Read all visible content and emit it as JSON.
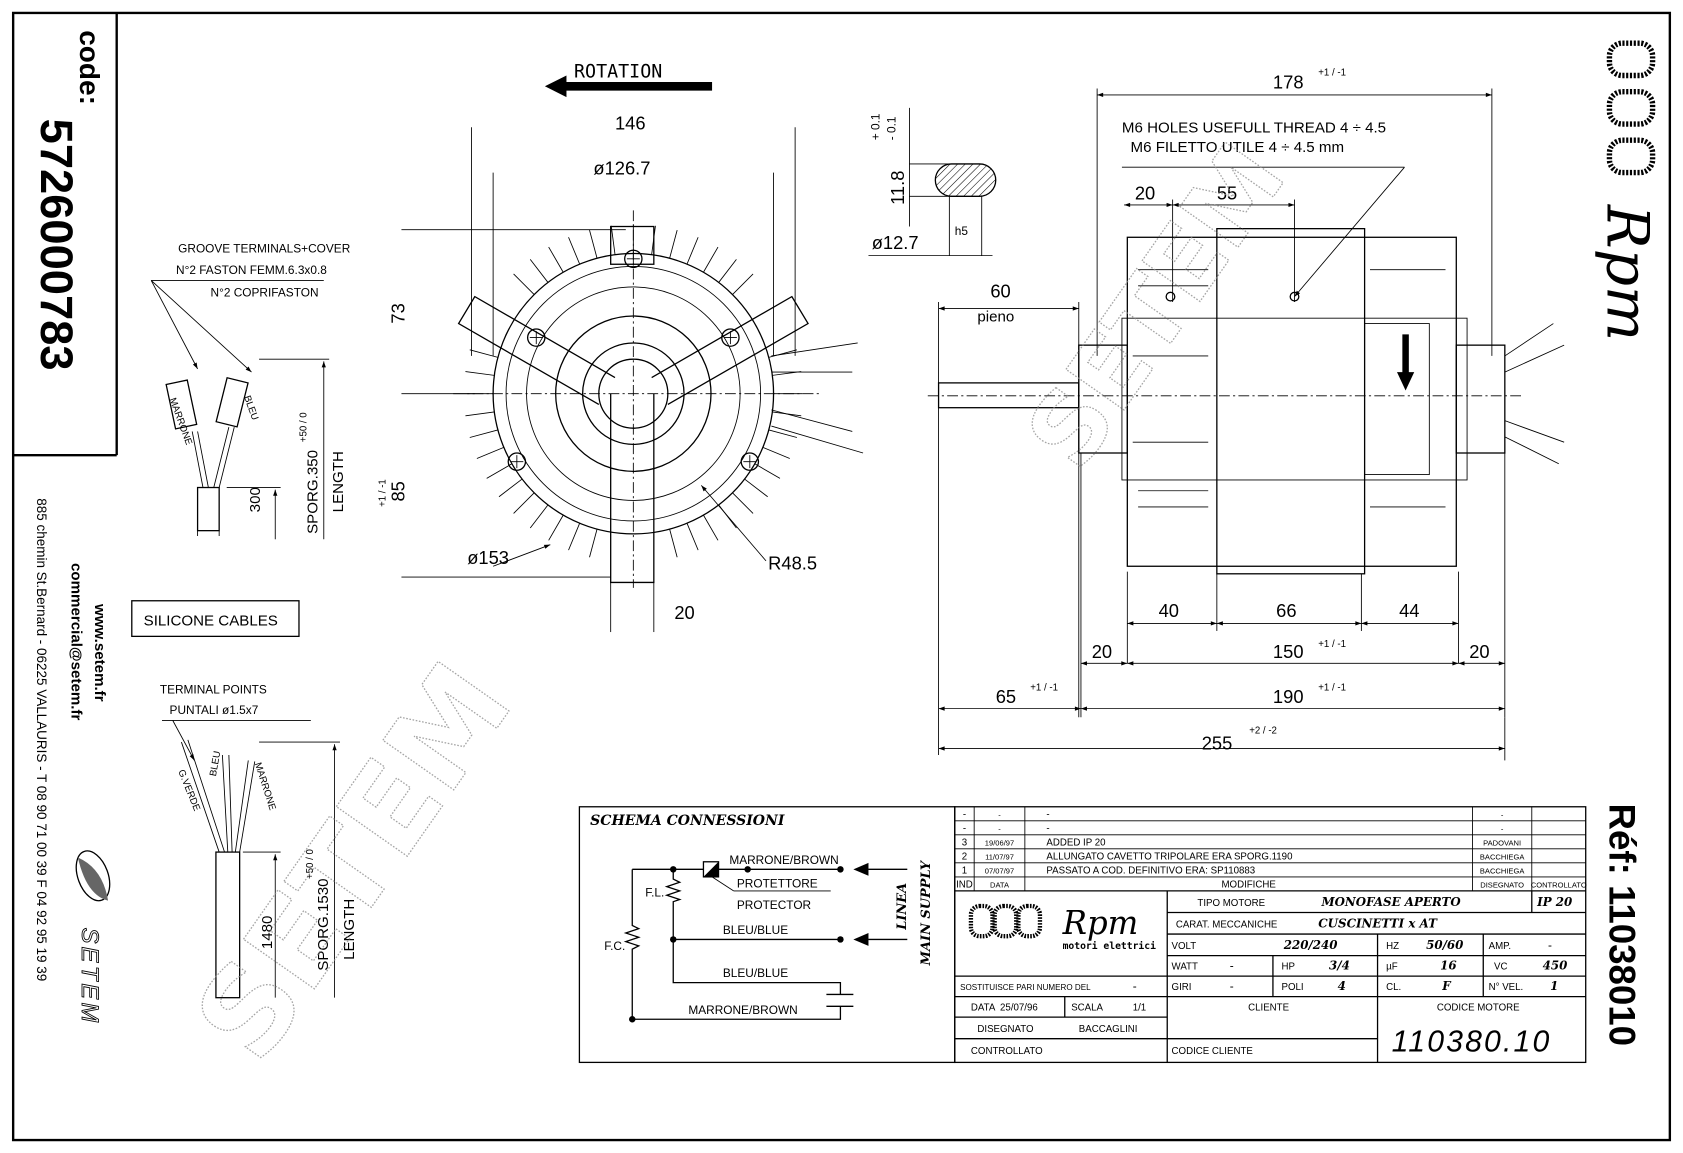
{
  "code_box": {
    "label": "code:",
    "value": "5726000783"
  },
  "company": {
    "website": "www.setem.fr",
    "email": "commercial@setem.fr",
    "address": "885 chemin St.Bernard  -  06225 VALLAURIS  -  T 08 90 71 00 39   F 04 92 95 19 39",
    "logo": "SETEM"
  },
  "brand": {
    "logo": "Rpm",
    "subtitle": "motori elettrici"
  },
  "reference": "Réf: 11038010",
  "watermark": "SETEM",
  "rotation": {
    "label": "ROTATION"
  },
  "front_view": {
    "dim_width": "146",
    "dim_diameter_inner": "ø126.7",
    "dim_top": "73",
    "dim_bottom": "85",
    "dim_bottom_tol": "+1 / -1",
    "dim_outer": "ø153",
    "dim_radius": "R48.5",
    "dim_bracket": "20"
  },
  "shaft_section": {
    "flat": "11.8",
    "flat_tol_plus": "+ 0.1",
    "flat_tol_minus": "- 0.1",
    "diameter": "ø12.7",
    "fit": "h5"
  },
  "cables_top": {
    "note_line1": "GROOVE TERMINALS+COVER",
    "note_line2": "N°2 FASTON FEMM.6.3x0.8",
    "note_line3": "N°2 COPRIFASTON",
    "wire1": "MARRONE",
    "wire2": "BLEU",
    "strip_length": "300",
    "length_label": "SPORG.350",
    "length_tol": "+50 / 0",
    "length_word": "LENGTH"
  },
  "silicone_label": "SILICONE CABLES",
  "cables_bottom": {
    "note_line1": "TERMINAL POINTS",
    "note_line2": "PUNTALI ø1.5x7",
    "wire1": "G.VERDE",
    "wire2": "BLEU",
    "wire3": "MARRONE",
    "strip_length": "1480",
    "length_label": "SPORG.1530",
    "length_tol": "+50 / 0",
    "length_word": "LENGTH"
  },
  "side_view": {
    "note_line1": "M6 HOLES USEFULL THREAD 4 ÷ 4.5",
    "note_line2": "M6 FILETTO UTILE 4 ÷ 4.5 mm",
    "dim_178": "178",
    "tol_pm1": "+1 / -1",
    "dim_20a": "20",
    "dim_55": "55",
    "dim_60": "60",
    "pieno": "pieno",
    "dim_40": "40",
    "dim_66": "66",
    "dim_44": "44",
    "dim_20b": "20",
    "dim_150": "150",
    "dim_20c": "20",
    "dim_65": "65",
    "dim_190": "190",
    "dim_255": "255",
    "tol_pm2": "+2 / -2"
  },
  "schema": {
    "title": "SCHEMA CONNESSIONI",
    "wire_top": "MARRONE/BROWN",
    "protector_it": "PROTETTORE",
    "protector_en": "PROTECTOR",
    "wire_mid": "BLEU/BLUE",
    "wire_cap": "BLEU/BLUE",
    "wire_bottom": "MARRONE/BROWN",
    "fl": "F.L.",
    "fc": "F.C.",
    "linea": "LINEA",
    "main_supply": "MAIN SUPPLY"
  },
  "revisions": {
    "rows": [
      {
        "ind": "-",
        "date": "-",
        "text": "-",
        "drawn": "-",
        "checked": ""
      },
      {
        "ind": "-",
        "date": "-",
        "text": "-",
        "drawn": "-",
        "checked": ""
      },
      {
        "ind": "3",
        "date": "19/06/97",
        "text": "ADDED IP 20",
        "drawn": "PADOVANI",
        "checked": ""
      },
      {
        "ind": "2",
        "date": "11/07/97",
        "text": "ALLUNGATO CAVETTO TRIPOLARE ERA SPORG.1190",
        "drawn": "BACCHIEGA",
        "checked": ""
      },
      {
        "ind": "1",
        "date": "07/07/97",
        "text": "PASSATO A COD. DEFINITIVO ERA: SP110883",
        "drawn": "BACCHIEGA",
        "checked": ""
      }
    ],
    "header": {
      "ind": "IND",
      "date": "DATA",
      "text": "MODIFICHE",
      "drawn": "DISEGNATO",
      "checked": "CONTROLLATO"
    }
  },
  "specs": {
    "tipo_label": "TIPO MOTORE",
    "tipo_value": "MONOFASE APERTO",
    "ip": "IP 20",
    "carat_label": "CARAT. MECCANICHE",
    "carat_value": "CUSCINETTI x AT",
    "volt_label": "VOLT",
    "volt_value": "220/240",
    "hz_label": "HZ",
    "hz_value": "50/60",
    "amp_label": "AMP.",
    "amp_value": "-",
    "watt_label": "WATT",
    "watt_value": "-",
    "hp_label": "HP",
    "hp_value": "3/4",
    "uf_label": "µF",
    "uf_value": "16",
    "vc_label": "VC",
    "vc_value": "450",
    "giri_label": "GIRI",
    "giri_value": "-",
    "poli_label": "POLI",
    "poli_value": "4",
    "cl_label": "CL.",
    "cl_value": "F",
    "vel_label": "N° VEL.",
    "vel_value": "1"
  },
  "title_block": {
    "replaces_label": "SOSTITUISCE PARI NUMERO DEL",
    "replaces_value": "-",
    "date_label": "DATA",
    "date_value": "25/07/96",
    "scale_label": "SCALA",
    "scale_value": "1/1",
    "drawn_label": "DISEGNATO",
    "drawn_value": "BACCAGLINI",
    "checked_label": "CONTROLLATO",
    "client_label": "CLIENTE",
    "client_code_label": "CODICE CLIENTE",
    "motor_code_label": "CODICE MOTORE",
    "motor_code": "110380.10"
  }
}
